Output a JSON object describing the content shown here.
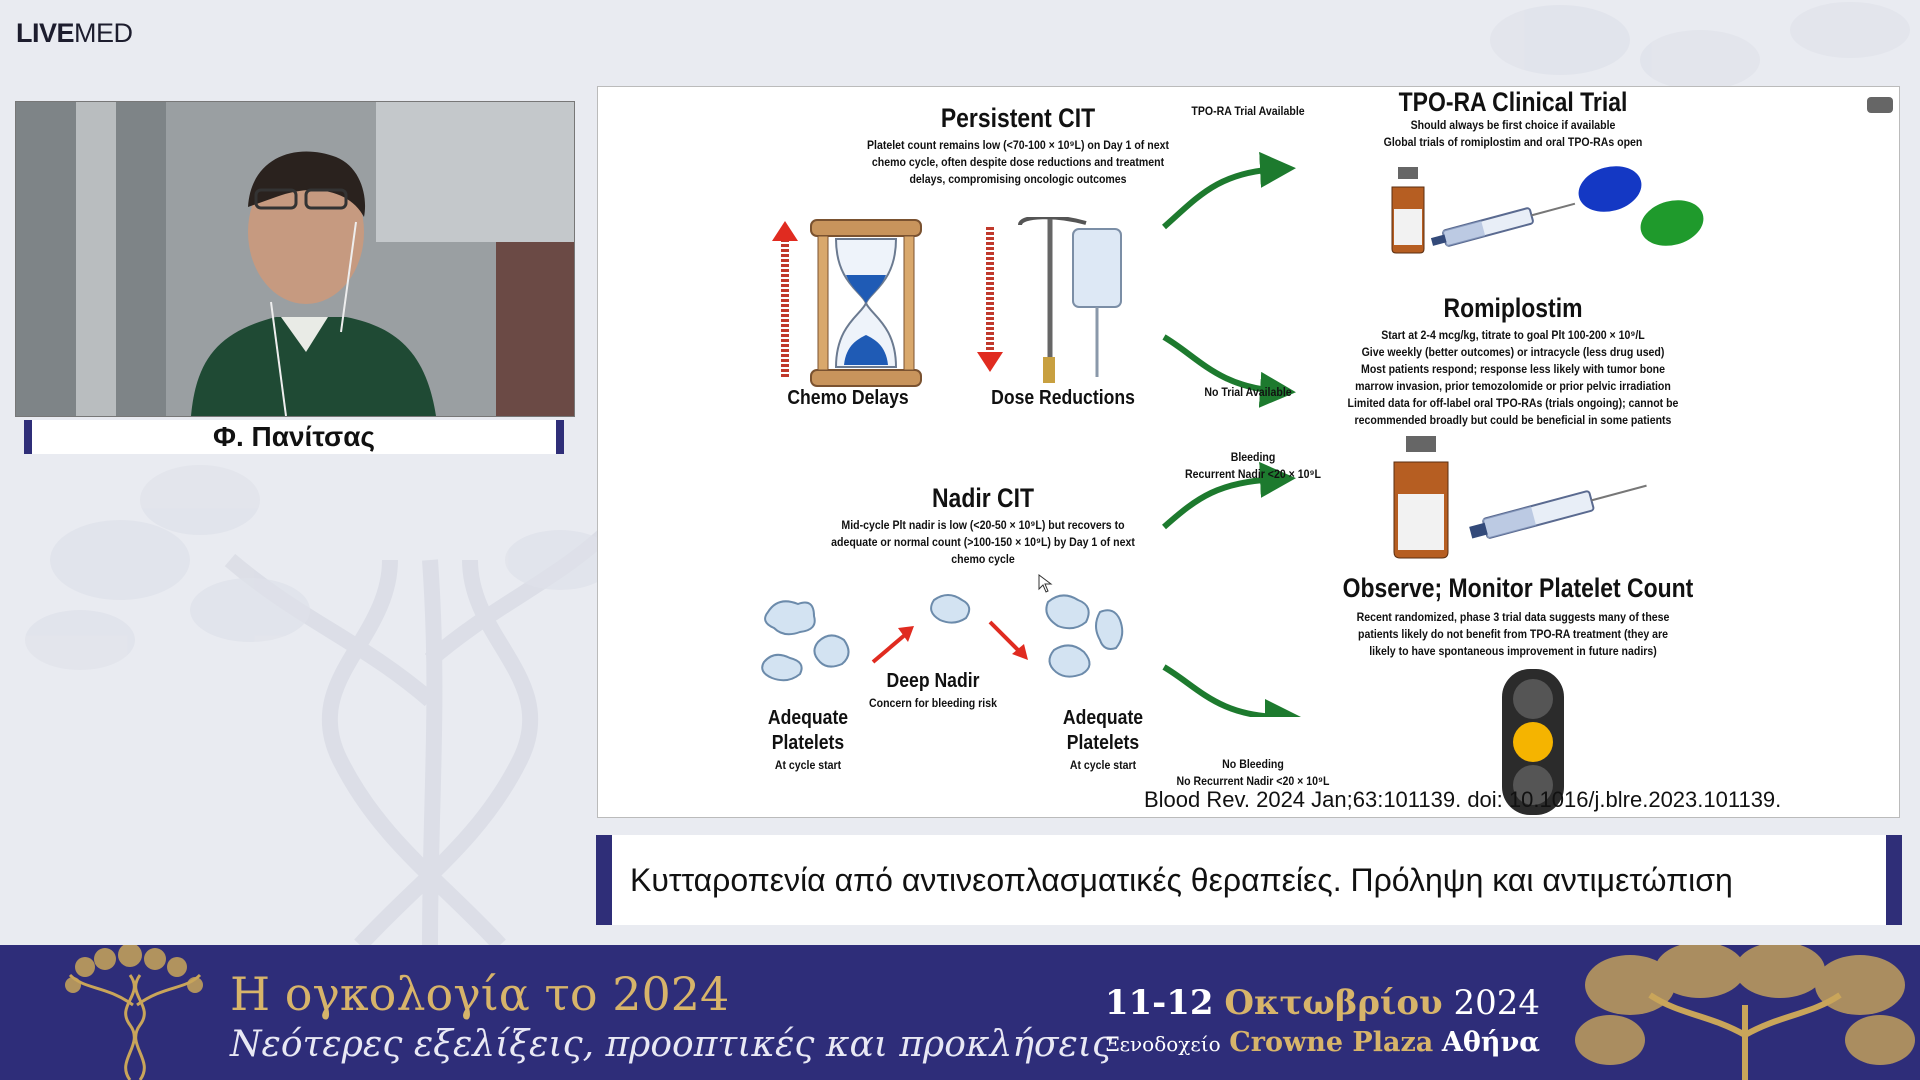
{
  "logo": {
    "live": "LIVE",
    "med": "MED"
  },
  "speaker": {
    "name": "Φ. Πανίτσας"
  },
  "slide": {
    "persistent_title": "Persistent CIT",
    "persistent_desc": [
      "Platelet count remains low (<70-100 × 10⁹L) on Day 1 of next",
      "chemo cycle, often despite dose reductions and treatment",
      "delays, compromising oncologic outcomes"
    ],
    "chemo_delays": "Chemo Delays",
    "dose_reductions": "Dose Reductions",
    "trial_available": "TPO-RA Trial Available",
    "no_trial": "No Trial Available",
    "tpo_title": "TPO-RA Clinical Trial",
    "tpo_desc": [
      "Should always be first choice if available",
      "Global trials of romiplostim and oral TPO-RAs open"
    ],
    "romi_title": "Romiplostim",
    "romi_desc": [
      "Start at 2-4 mcg/kg, titrate to goal Plt 100-200 × 10⁹/L",
      "Give weekly (better outcomes) or intracycle (less drug used)",
      "Most patients respond; response less likely with tumor bone",
      "marrow invasion, prior temozolomide or prior pelvic irradiation",
      "Limited data for off-label oral TPO-RAs (trials ongoing); cannot be",
      "recommended broadly but could be beneficial in some patients"
    ],
    "nadir_title": "Nadir CIT",
    "nadir_desc": [
      "Mid-cycle Plt nadir is low (<20-50 × 10⁹L) but recovers to",
      "adequate or normal count (>100-150 × 10⁹L) by Day 1 of next",
      "chemo cycle"
    ],
    "bleeding": [
      "Bleeding",
      "Recurrent Nadir <20 × 10⁹L"
    ],
    "no_bleeding": [
      "No Bleeding",
      "No Recurrent Nadir <20 × 10⁹L"
    ],
    "deep_nadir": "Deep Nadir",
    "deep_nadir_sub": "Concern for bleeding risk",
    "adequate_left": [
      "Adequate",
      "Platelets"
    ],
    "adequate_left_sub": "At cycle start",
    "adequate_right": [
      "Adequate",
      "Platelets"
    ],
    "adequate_right_sub": "At cycle start",
    "observe_title": "Observe; Monitor Platelet Count",
    "observe_desc": [
      "Recent randomized, phase 3 trial data suggests many of these",
      "patients likely do not benefit from TPO-RA treatment (they are",
      "likely to have spontaneous improvement in future nadirs)"
    ],
    "citation": "Blood Rev. 2024 Jan;63:101139. doi: 10.1016/j.blre.2023.101139."
  },
  "topic": "Κυτταροπενία από αντινεοπλασματικές θεραπείες. Πρόληψη και αντιμετώπιση",
  "banner": {
    "title": "Η ογκολογία το 2024",
    "subtitle": "Νεότερες εξελίξεις, προοπτικές και προκλήσεις",
    "date_days": "11-12",
    "date_month": "Οκτωβρίου",
    "date_year": "2024",
    "venue_prefix": "Ξενοδοχείο",
    "venue_name": "Crowne Plaza",
    "venue_city": "Αθήνα"
  },
  "colors": {
    "navy": "#2e2d79",
    "gold": "#d7b46a",
    "arrow_green": "#1d7a2e"
  }
}
